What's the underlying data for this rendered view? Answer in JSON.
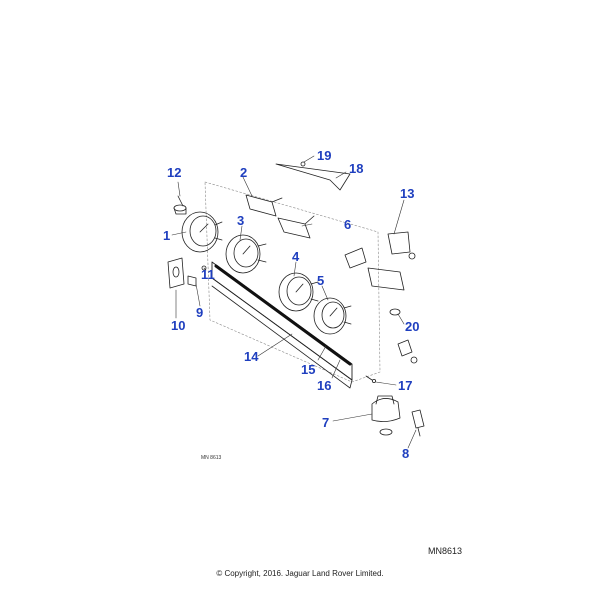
{
  "diagram": {
    "callouts": [
      {
        "id": "c1",
        "label": "1"
      },
      {
        "id": "c2",
        "label": "2"
      },
      {
        "id": "c3",
        "label": "3"
      },
      {
        "id": "c4",
        "label": "4"
      },
      {
        "id": "c5",
        "label": "5"
      },
      {
        "id": "c6",
        "label": "6"
      },
      {
        "id": "c7",
        "label": "7"
      },
      {
        "id": "c8",
        "label": "8"
      },
      {
        "id": "c9",
        "label": "9"
      },
      {
        "id": "c10",
        "label": "10"
      },
      {
        "id": "c11",
        "label": "11"
      },
      {
        "id": "c12",
        "label": "12"
      },
      {
        "id": "c13",
        "label": "13"
      },
      {
        "id": "c14",
        "label": "14"
      },
      {
        "id": "c15",
        "label": "15"
      },
      {
        "id": "c16",
        "label": "16"
      },
      {
        "id": "c17",
        "label": "17"
      },
      {
        "id": "c18",
        "label": "18"
      },
      {
        "id": "c19",
        "label": "19"
      },
      {
        "id": "c20",
        "label": "20"
      }
    ],
    "stamp": "MN 8613",
    "reference": "MN8613",
    "copyright": "© Copyright, 2016. Jaguar Land Rover Limited.",
    "colors": {
      "callout": "#1f3fbf",
      "line": "#222222"
    }
  }
}
